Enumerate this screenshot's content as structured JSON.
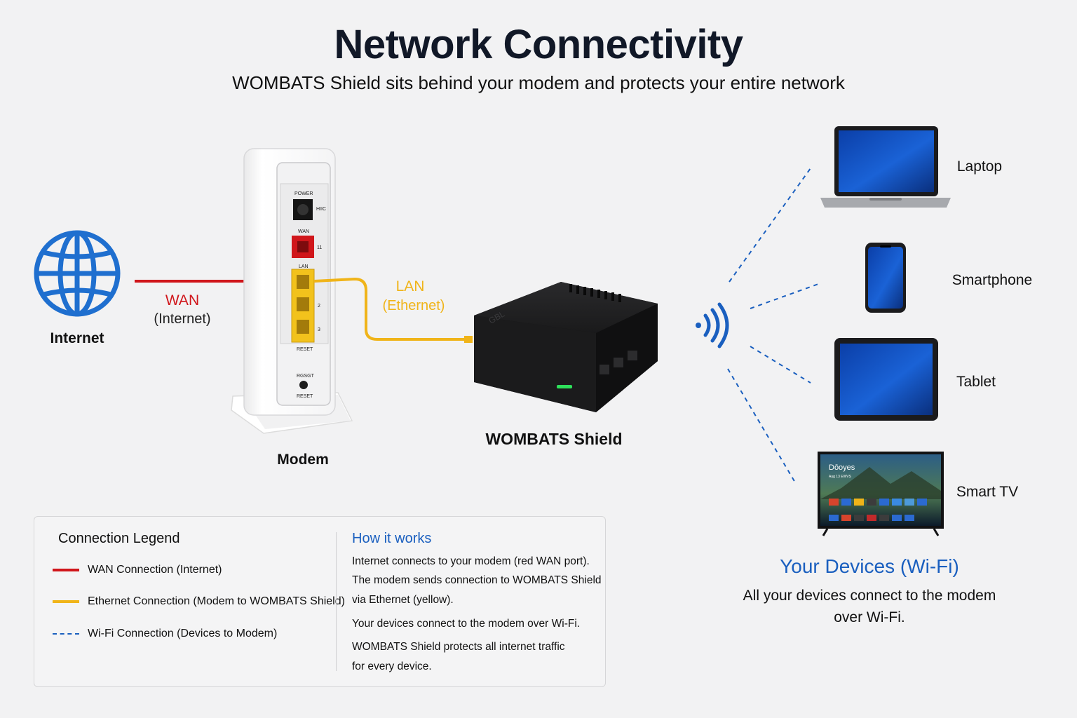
{
  "header": {
    "title": "Network Connectivity",
    "subtitle": "WOMBATS Shield sits behind your modem and protects your entire network"
  },
  "nodes": {
    "internet": "Internet",
    "modem": "Modem",
    "shield": "WOMBATS Shield"
  },
  "modem_panel": {
    "power": "POWER",
    "power_side": "HIIC",
    "wan": "WAN",
    "wan_side": "11",
    "lan": "LAN",
    "lan_2": "2",
    "lan_3": "3",
    "reset_top": "RESET",
    "rgsgt": "RGSGT",
    "reset_bottom": "RESET"
  },
  "shield_mark": "GBL",
  "links": {
    "wan_title": "WAN",
    "wan_sub": "(Internet)",
    "lan_title": "LAN",
    "lan_sub": "(Ethernet)"
  },
  "devices": {
    "items": [
      {
        "label": "Laptop"
      },
      {
        "label": "Smartphone"
      },
      {
        "label": "Tablet"
      },
      {
        "label": "Smart TV"
      }
    ],
    "tv_screen_title": "Dōoyes",
    "tv_screen_sub": "Aug 13 EWVS",
    "title": "Your Devices (Wi-Fi)",
    "desc_line1": "All your devices connect to the modem",
    "desc_line2": "over Wi-Fi."
  },
  "legend": {
    "title": "Connection Legend",
    "items": [
      {
        "text": "WAN Connection (Internet)",
        "color": "#d0161b",
        "style": "solid"
      },
      {
        "text": "Ethernet Connection (Modem to WOMBATS Shield)",
        "color": "#f0b419",
        "style": "solid"
      },
      {
        "text": "Wi-Fi Connection (Devices to Modem)",
        "color": "#1a5fbf",
        "style": "dashed"
      }
    ]
  },
  "how": {
    "title": "How it works",
    "lines": [
      "Internet connects to your modem (red WAN port).",
      "The modem sends connection to WOMBATS Shield",
      "via Ethernet (yellow).",
      "Your devices connect to the modem over Wi-Fi.",
      "WOMBATS Shield protects all internet traffic",
      "for every device."
    ]
  },
  "colors": {
    "wan": "#d0161b",
    "ethernet": "#f0b419",
    "wifi": "#1a5fbf",
    "globe": "#1f6fcf"
  }
}
